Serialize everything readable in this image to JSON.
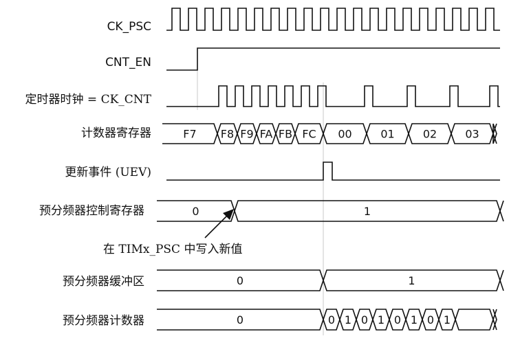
{
  "signals": {
    "ck_psc": "CK_PSC",
    "cnt_en": "CNT_EN",
    "ck_cnt": "定时器时钟 = CK_CNT",
    "counter_reg": "计数器寄存器",
    "uev": "更新事件 (UEV)",
    "psc_ctrl_reg": "预分频器控制寄存器",
    "psc_buffer": "预分频器缓冲区",
    "psc_counter": "预分频器计数器"
  },
  "counter_values": [
    "F7",
    "F8",
    "F9",
    "FA",
    "FB",
    "FC",
    "00",
    "01",
    "02",
    "03"
  ],
  "psc_ctrl_values": [
    "0",
    "1"
  ],
  "psc_buffer_values": [
    "0",
    "1"
  ],
  "psc_counter_values": [
    "0",
    "0",
    "1",
    "0",
    "1",
    "0",
    "1",
    "0",
    "1"
  ],
  "annotation": "在 TIMx_PSC 中写入新值"
}
